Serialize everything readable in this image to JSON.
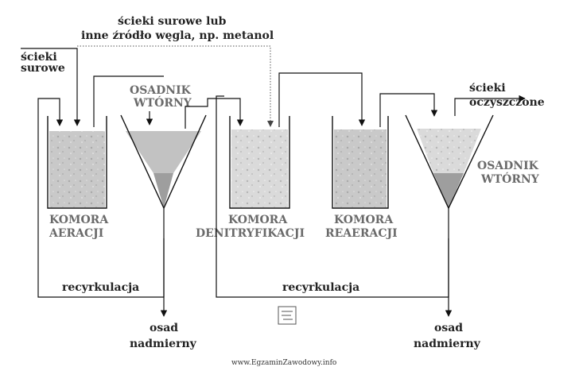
{
  "labels": {
    "carbon_source_line1": "ścieki surowe lub",
    "carbon_source_line2": "inne źródło węgla, np. metanol",
    "raw_sewage_line1": "ścieki",
    "raw_sewage_line2": "surowe",
    "settler1_line1": "OSADNIK",
    "settler1_line2": "WTÓRNY",
    "aeration_line1": "KOMORA",
    "aeration_line2": "AERACJI",
    "denitrification_line1": "KOMORA",
    "denitrification_line2": "DENITRYFIKACJI",
    "reaeration_line1": "KOMORA",
    "reaeration_line2": "REAERACJI",
    "treated_line1": "ścieki",
    "treated_line2": "oczyszczone",
    "settler2_line1": "OSADNIK",
    "settler2_line2": "WTÓRNY",
    "recirc1": "recyrkulacja",
    "recirc2": "recyrkulacja",
    "excess1_line1": "osad",
    "excess1_line2": "nadmierny",
    "excess2_line1": "osad",
    "excess2_line2": "nadmierny",
    "footer": "www.EgzaminZawodowy.info"
  },
  "colors": {
    "tank_fill": "#c4c4c4",
    "tank_fill_light": "#d9d9d9",
    "sludge_fill": "#9e9e9e",
    "line": "#111111"
  }
}
